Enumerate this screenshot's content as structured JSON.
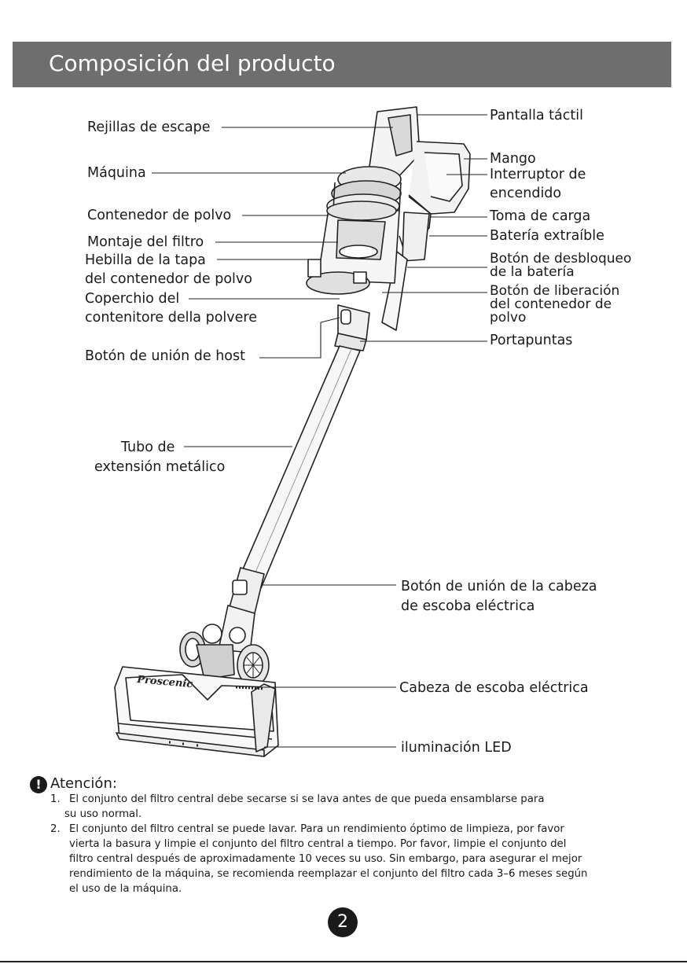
{
  "header": {
    "title": "Composición del producto"
  },
  "labels": {
    "exhaust": "Rejillas de escape",
    "machine": "Máquina",
    "dust_container": "Contenedor de polvo",
    "filter_assembly": "Montaje del filtro",
    "buckle_line1": "Hebilla de la tapa",
    "buckle_line2": "del contenedor de polvo",
    "cover_line1": "Coperchio del",
    "cover_line2": "contenitore della polvere",
    "host_button": "Botón de unión de host",
    "tube_line1": "Tubo de",
    "tube_line2": "extensión metálico",
    "touch_screen": "Pantalla táctil",
    "handle": "Mango",
    "power_line1": "Interruptor de",
    "power_line2": "encendido",
    "charging": "Toma de carga",
    "battery": "Batería extraíble",
    "battery_unlock_line1": "Botón de desbloqueo",
    "battery_unlock_line2": "de la batería",
    "release_line1": "Botón de liberación",
    "release_line2": "del contenedor de",
    "release_line3": "polvo",
    "tool_holder": "Portapuntas",
    "head_button_line1": "Botón de unión de la cabeza",
    "head_button_line2": "de escoba eléctrica",
    "brush_head": "Cabeza de escoba eléctrica",
    "led": "iluminación LED",
    "brand": "Proscenic"
  },
  "attention": {
    "icon": "exclamation-icon",
    "title": "Atención:",
    "notes": [
      {
        "num": "1.",
        "line1": "El conjunto del filtro central debe secarse si se lava antes de que pueda ensamblarse para",
        "line2": "su uso normal."
      },
      {
        "num": "2.",
        "line1": "El conjunto del filtro central se puede lavar. Para un rendimiento óptimo de limpieza, por favor",
        "line2": "vierta la basura y limpie el conjunto del filtro central a tiempo. Por favor, limpie el conjunto del",
        "line3": "filtro central después de aproximadamente 10 veces su uso. Sin embargo, para asegurar el mejor",
        "line4": "rendimiento de la máquina, se recomienda reemplazar el conjunto del filtro cada 3–6 meses según",
        "line5": "el uso de la máquina."
      }
    ]
  },
  "page_number": "2"
}
